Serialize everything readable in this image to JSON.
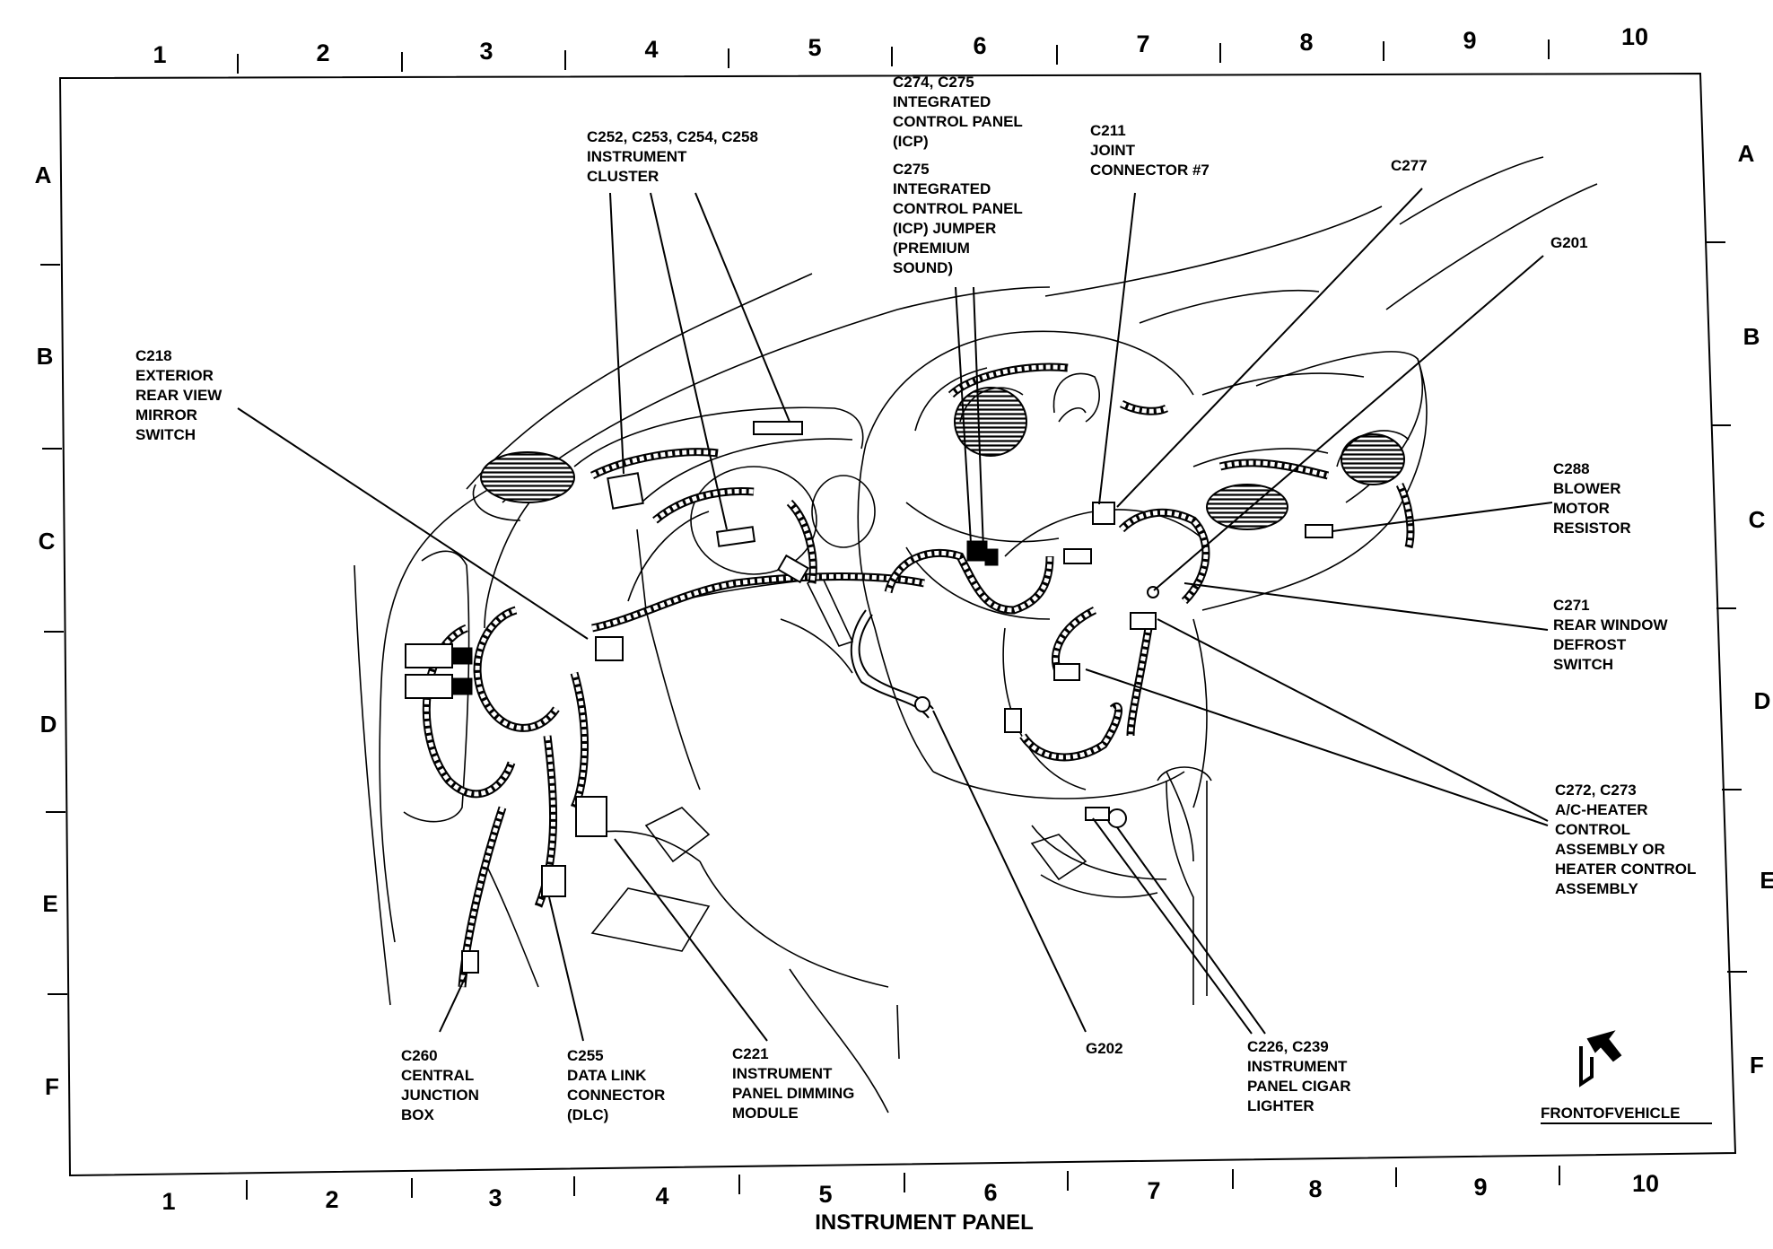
{
  "grid": {
    "columns": [
      "1",
      "2",
      "3",
      "4",
      "5",
      "6",
      "7",
      "8",
      "9",
      "10"
    ],
    "rows": [
      "A",
      "B",
      "C",
      "D",
      "E",
      "F"
    ]
  },
  "title": "INSTRUMENT PANEL",
  "front_of_vehicle": "FRONTOFVEHICLE",
  "callouts": {
    "c252": [
      "C252, C253, C254, C258",
      "INSTRUMENT",
      "CLUSTER"
    ],
    "c274": [
      "C274, C275",
      "INTEGRATED",
      "CONTROL PANEL",
      "(ICP)"
    ],
    "c275": [
      "C275",
      "INTEGRATED",
      "CONTROL PANEL",
      "(ICP) JUMPER",
      "(PREMIUM",
      "SOUND)"
    ],
    "c211": [
      "C211",
      "JOINT",
      "CONNECTOR #7"
    ],
    "c277": [
      "C277"
    ],
    "g201": [
      "G201"
    ],
    "c218": [
      "C218",
      "EXTERIOR",
      "REAR VIEW",
      "MIRROR",
      "SWITCH"
    ],
    "c288": [
      "C288",
      "BLOWER",
      "MOTOR",
      "RESISTOR"
    ],
    "c271": [
      "C271",
      "REAR WINDOW",
      "DEFROST",
      "SWITCH"
    ],
    "c272": [
      "C272, C273",
      "A/C-HEATER",
      "CONTROL",
      "ASSEMBLY OR",
      "HEATER CONTROL",
      "ASSEMBLY"
    ],
    "c260": [
      "C260",
      "CENTRAL",
      "JUNCTION",
      "BOX"
    ],
    "c255": [
      "C255",
      "DATA LINK",
      "CONNECTOR",
      "(DLC)"
    ],
    "c221": [
      "C221",
      "INSTRUMENT",
      "PANEL DIMMING",
      "MODULE"
    ],
    "g202": [
      "G202"
    ],
    "c226": [
      "C226, C239",
      "INSTRUMENT",
      "PANEL CIGAR",
      "LIGHTER"
    ]
  }
}
